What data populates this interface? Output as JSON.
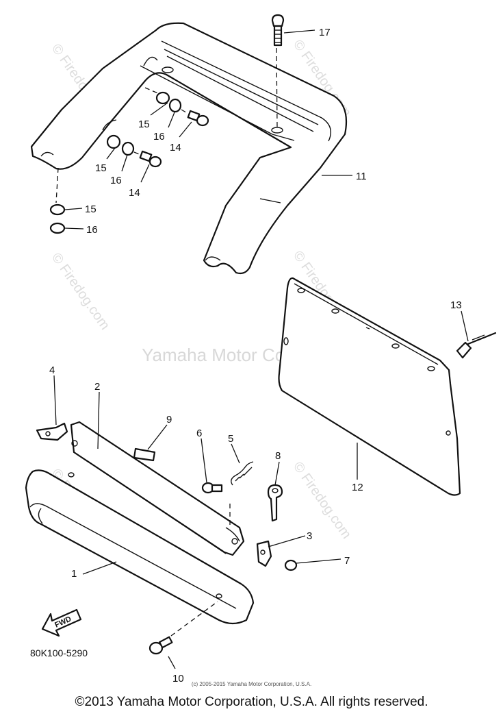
{
  "watermark": {
    "center": "Yamaha Motor Corp, U.S.A.",
    "diagonal": "© Firedog.com"
  },
  "callouts": {
    "c1": "1",
    "c2": "2",
    "c3": "3",
    "c4": "4",
    "c5": "5",
    "c6": "6",
    "c7": "7",
    "c8": "8",
    "c9": "9",
    "c10": "10",
    "c11": "11",
    "c12": "12",
    "c13": "13",
    "c14a": "14",
    "c14b": "14",
    "c15a": "15",
    "c15b": "15",
    "c15c": "15",
    "c16a": "16",
    "c16b": "16",
    "c16c": "16",
    "c17": "17"
  },
  "fwd_label": "FWD",
  "diagram_code": "80K100-5290",
  "small_copyright": "(c) 2005-2015 Yamaha Motor Corporation, U.S.A.",
  "copyright": "©2013 Yamaha Motor Corporation, U.S.A. All rights reserved."
}
